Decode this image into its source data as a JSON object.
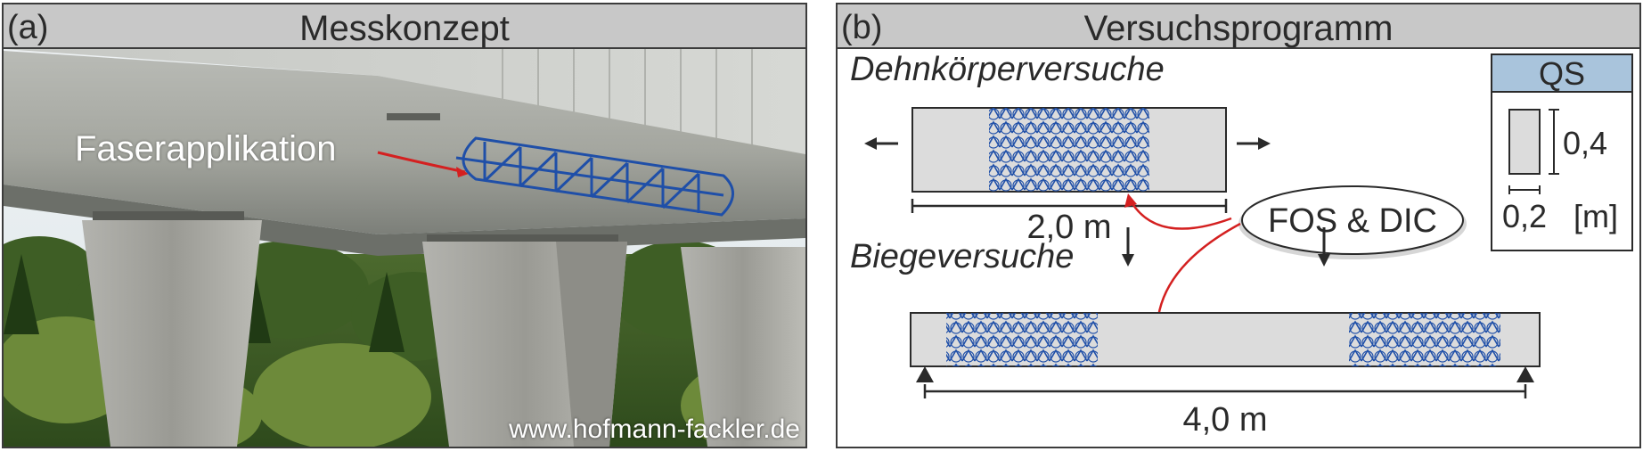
{
  "panel_a": {
    "tag": "(a)",
    "title": "Messkonzept",
    "fiber_label": "Faserapplikation",
    "watermark": "www.hofmann-fackler.de"
  },
  "panel_b": {
    "tag": "(b)",
    "title": "Versuchsprogramm",
    "tension_test_label": "Dehnkörperversuche",
    "tension_length": "2,0 m",
    "bending_test_label": "Biegeversuche",
    "bending_length": "4,0 m",
    "measurement_label": "FOS & DIC",
    "cross_section": {
      "title": "QS",
      "height": "0,4",
      "width": "0,2",
      "unit": "[m]"
    }
  },
  "colors": {
    "header_bg": "#c8c8c8",
    "qs_header_bg": "#a9c4dc",
    "fiber_blue": "#1f4fa8",
    "pointer_red": "#d42020",
    "specimen_fill": "#dcdcdc"
  }
}
